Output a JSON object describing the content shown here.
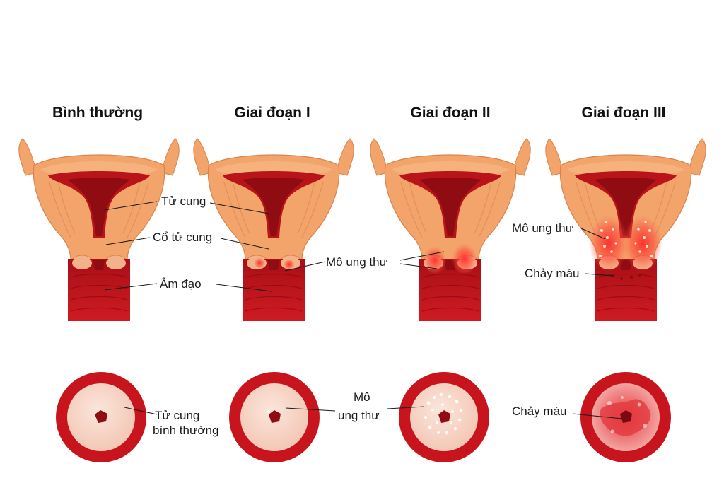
{
  "titles": [
    "Bình thường",
    "Giai đoạn I",
    "Giai đoạn II",
    "Giai đoạn III"
  ],
  "labels": {
    "uterus": "Tử cung",
    "cervix": "Cổ tử cung",
    "vagina": "Âm đạo",
    "tumor_stage2": "Mô ung thư",
    "tumor_stage3": "Mô ung thư",
    "bleeding_stage3": "Chảy máu",
    "normal_cervix_line1": "Tử cung",
    "normal_cervix_line2": "bình thường",
    "tumor_top_line1": "Mô",
    "tumor_top_line2": "ung thư",
    "bleeding_top": "Chảy máu"
  },
  "colors": {
    "uterus_wall": "#f2a46b",
    "uterus_cavity": "#b8141a",
    "vagina": "#c0161d",
    "cervix_ring": "#c8141c",
    "cervix_face": "#f6d2c2",
    "tumor_glow": "#ff3b3b",
    "tumor_dots": "#fbe8dc"
  }
}
